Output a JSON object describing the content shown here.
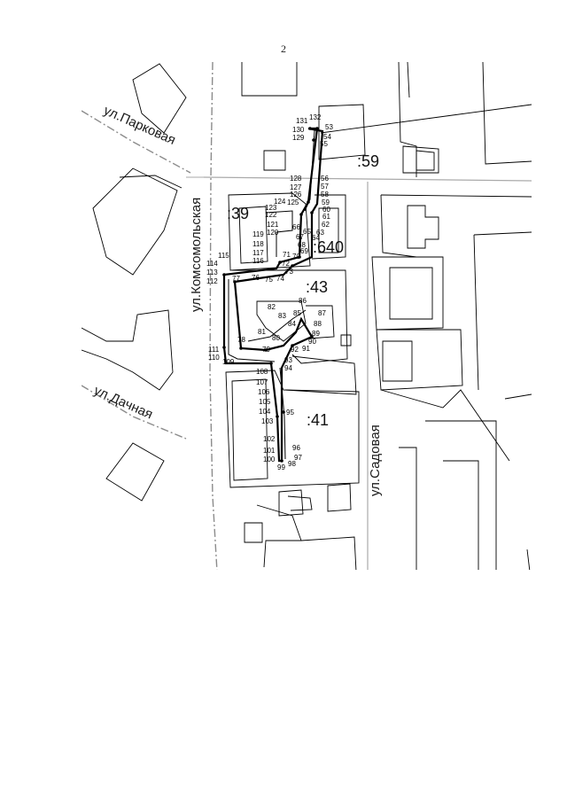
{
  "page": {
    "number": "2"
  },
  "streets": {
    "parkovaya": "ул.Парковая",
    "komsomolskaya": "ул.Комсомольская",
    "dachnaya": "ул.Дачная",
    "sadovaya": "ул.Садовая"
  },
  "parcels": {
    "p59": ":59",
    "p39": ":39",
    "p640": ":640",
    "p43": ":43",
    "p41": ":41"
  },
  "point_labels": {
    "right_column": [
      "53",
      "54",
      "55",
      "56",
      "57",
      "58",
      "59",
      "60",
      "61",
      "62",
      "63",
      "64",
      "65",
      "66",
      "67",
      "68",
      "69",
      "70",
      "71",
      "72",
      "73",
      "74",
      "75",
      "76",
      "77"
    ],
    "inner": [
      "78",
      "79",
      "80",
      "81",
      "82",
      "83",
      "84",
      "85",
      "86",
      "87",
      "88",
      "89",
      "90",
      "91",
      "92",
      "93",
      "94",
      "95",
      "96",
      "97",
      "98",
      "99",
      "100",
      "101",
      "102",
      "103",
      "104",
      "105",
      "106",
      "107",
      "108",
      "109",
      "110",
      "111",
      "112",
      "113",
      "114",
      "115",
      "116",
      "117",
      "118",
      "119",
      "120",
      "121",
      "122",
      "123",
      "124",
      "125",
      "126",
      "127",
      "128",
      "129",
      "130",
      "131",
      "132"
    ]
  },
  "colors": {
    "lines": "#000000",
    "background": "#ffffff",
    "road_edge": "#9a9a9a"
  }
}
